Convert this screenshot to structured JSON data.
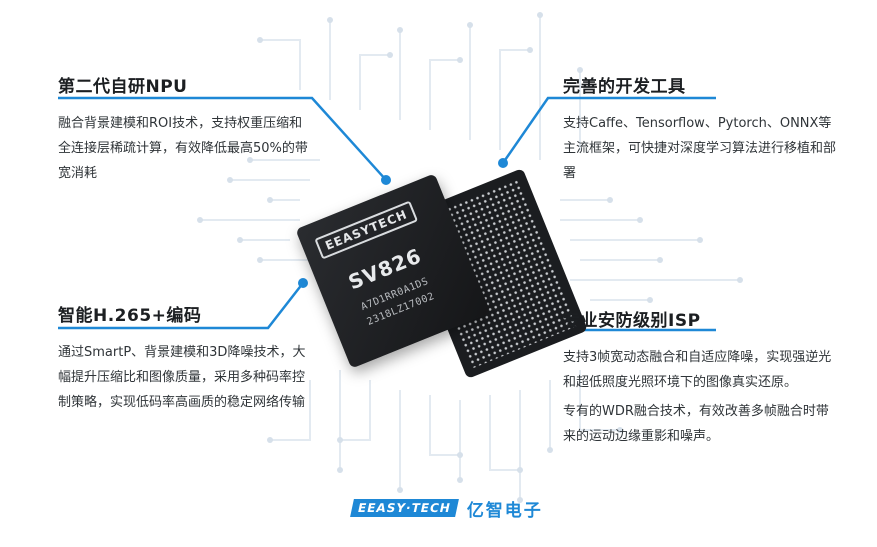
{
  "features": {
    "npu": {
      "title": "第二代自研NPU",
      "desc": "融合背景建模和ROI技术，支持权重压缩和全连接层稀疏计算，有效降低最高50%的带宽消耗"
    },
    "h265": {
      "title": "智能H.265+编码",
      "desc": "通过SmartP、背景建模和3D降噪技术，大幅提升压缩比和图像质量，采用多种码率控制策略，实现低码率高画质的稳定网络传输"
    },
    "tools": {
      "title": "完善的开发工具",
      "desc": "支持Caffe、Tensorflow、Pytorch、ONNX等主流框架，可快捷对深度学习算法进行移植和部署"
    },
    "isp": {
      "title": "专业安防级别ISP",
      "desc1": "支持3帧宽动态融合和自适应降噪，实现强逆光和超低照度光照环境下的图像真实还原。",
      "desc2": "专有的WDR融合技术，有效改善多帧融合时带来的运动边缘重影和噪声。"
    }
  },
  "chip": {
    "brand": "EEASYTECH",
    "model": "SV826",
    "code_line1": "A7D1RR0A1DS",
    "code_line2": "2318LZ17002"
  },
  "footer": {
    "badge": "EEASY·TECH",
    "company": "亿智电子"
  },
  "colors": {
    "accent": "#1e88d6",
    "trace": "#dfe7ef",
    "text": "#2f3438"
  }
}
